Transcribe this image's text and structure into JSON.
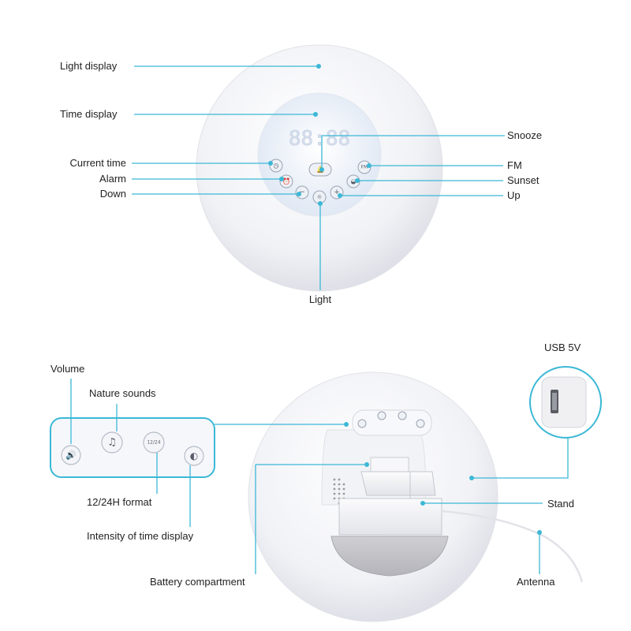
{
  "top_view": {
    "labels": {
      "light_display": "Light display",
      "time_display": "Time display",
      "current_time": "Current time",
      "alarm": "Alarm",
      "down": "Down",
      "snooze": "Snooze",
      "fm": "FM",
      "sunset": "Sunset",
      "up": "Up",
      "light": "Light"
    },
    "digits": "88:88",
    "button_fm_text": "FM"
  },
  "back_view": {
    "labels": {
      "volume": "Volume",
      "nature_sounds": "Nature sounds",
      "format_12_24": "12/24H format",
      "intensity": "Intensity of time display",
      "usb": "USB 5V",
      "stand": "Stand",
      "battery": "Battery compartment",
      "antenna": "Antenna"
    },
    "button_12_24_text": "12/24"
  },
  "accent_color": "#3bb8d6",
  "icons": [
    "volume-icon",
    "music-note-icon",
    "clock-format-icon",
    "half-moon-icon",
    "usb-port-icon"
  ]
}
